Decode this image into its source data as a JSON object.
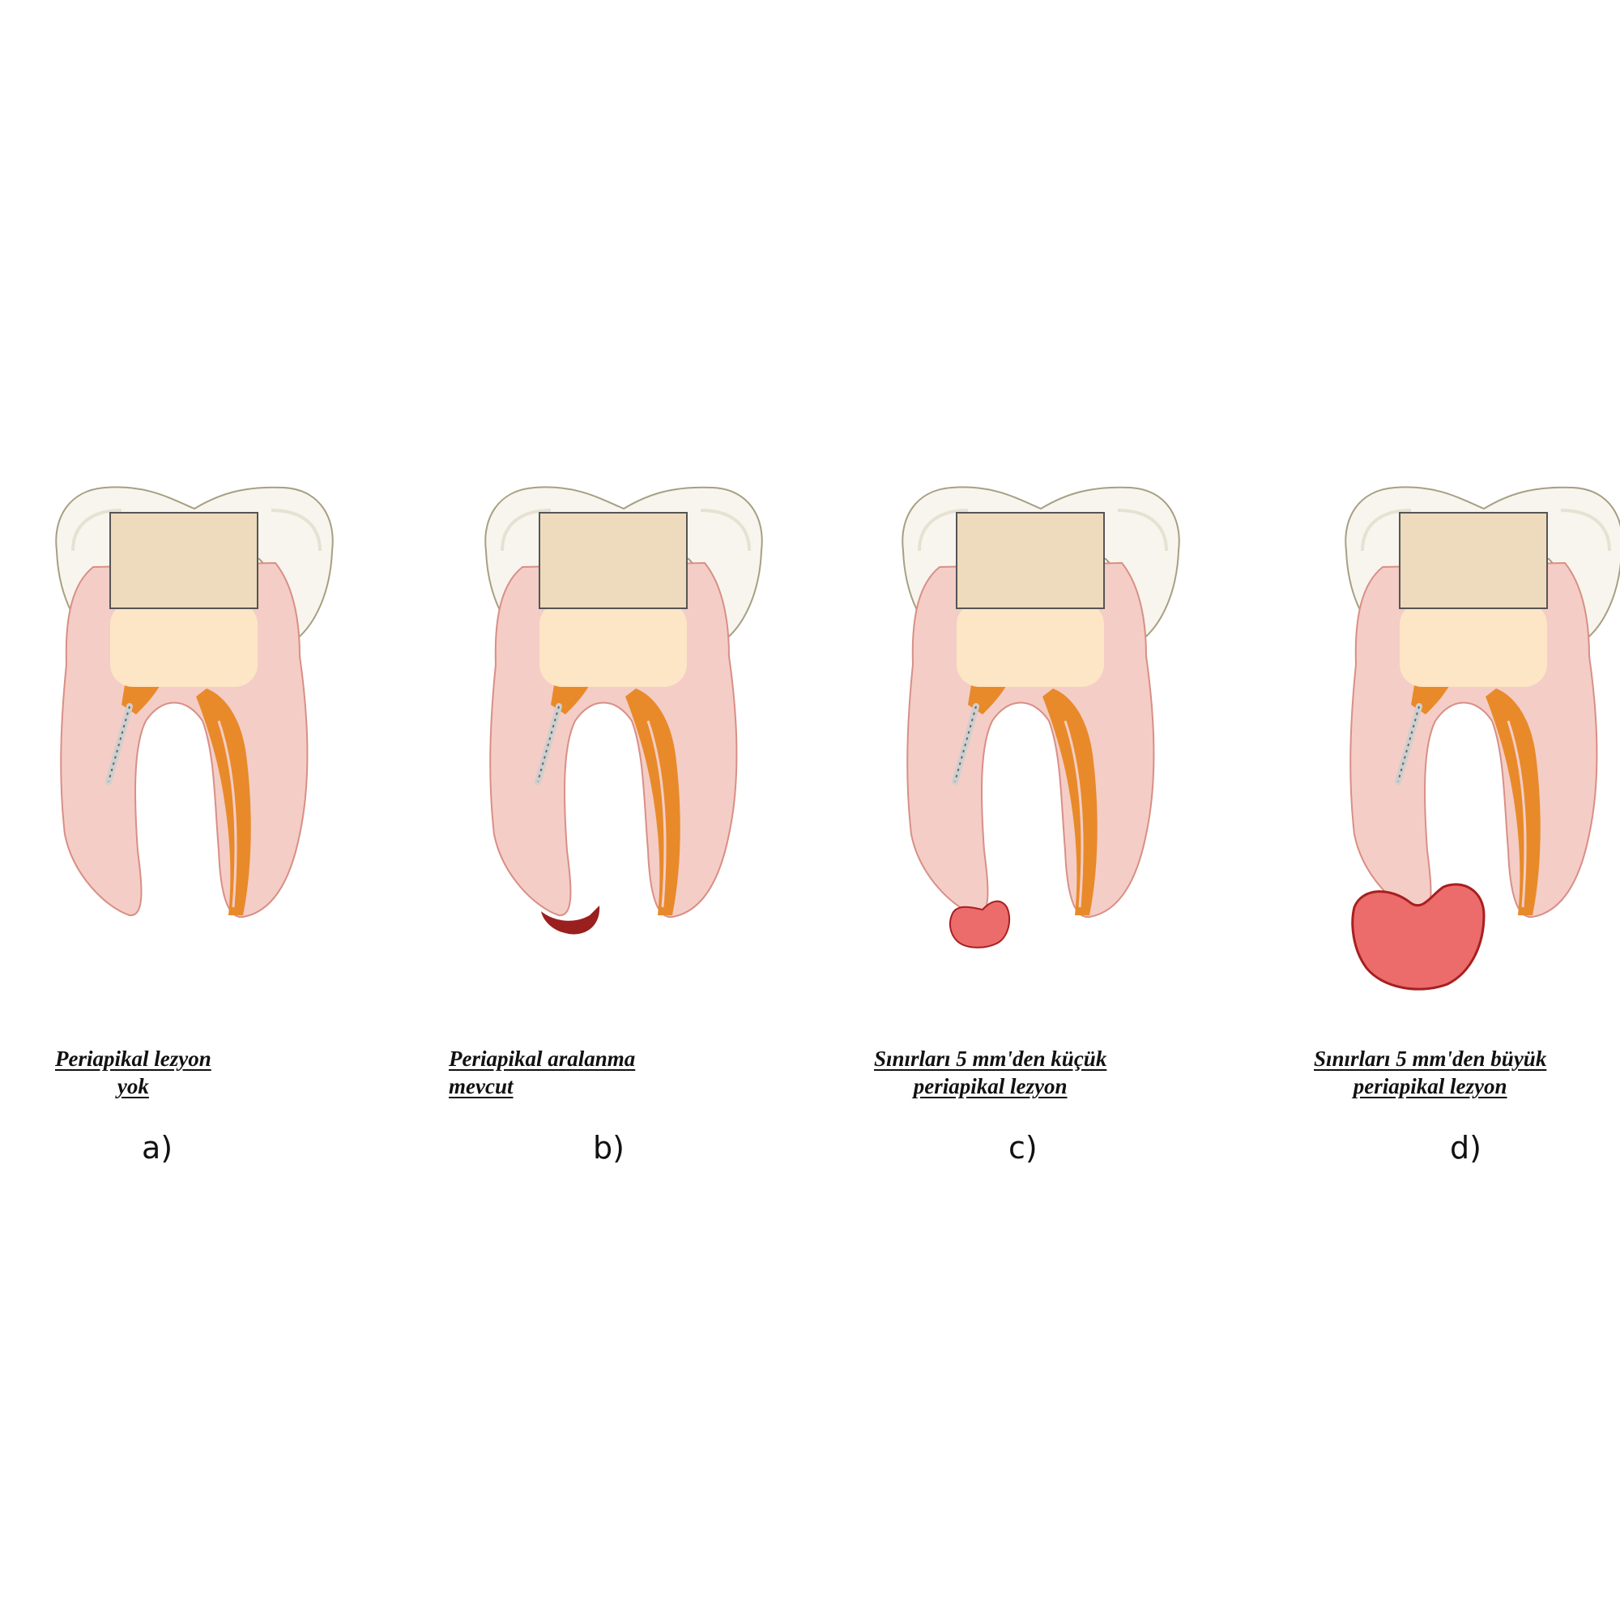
{
  "panels": [
    {
      "id": "a",
      "caption_line1": "Periapikal lezyon",
      "caption_line2": "yok",
      "letter": "a)",
      "lesion": "none"
    },
    {
      "id": "b",
      "caption_line1": "Periapikal aralanma",
      "caption_line2": "mevcut",
      "letter": "b)",
      "lesion": "widening"
    },
    {
      "id": "c",
      "caption_line1": "Sınırları 5 mm'den küçük",
      "caption_line2": "periapikal lezyon",
      "letter": "c)",
      "lesion": "small"
    },
    {
      "id": "d",
      "caption_line1": "Sınırları 5 mm'den büyük",
      "caption_line2": "periapikal lezyon",
      "letter": "d)",
      "lesion": "large"
    }
  ],
  "colors": {
    "enamel": "#f7f5ee",
    "enamel_outline": "#a89f82",
    "root": "#f4cdc6",
    "root_outline": "#d98f85",
    "restoration": "#eedbbd",
    "base_liner": "#fde6c6",
    "canal_filling": "#e88a2a",
    "post": "#cfcfcf",
    "widening": "#9a1f1f",
    "lesion": "#ec6b6b",
    "lesion_outline": "#a81f1f"
  }
}
